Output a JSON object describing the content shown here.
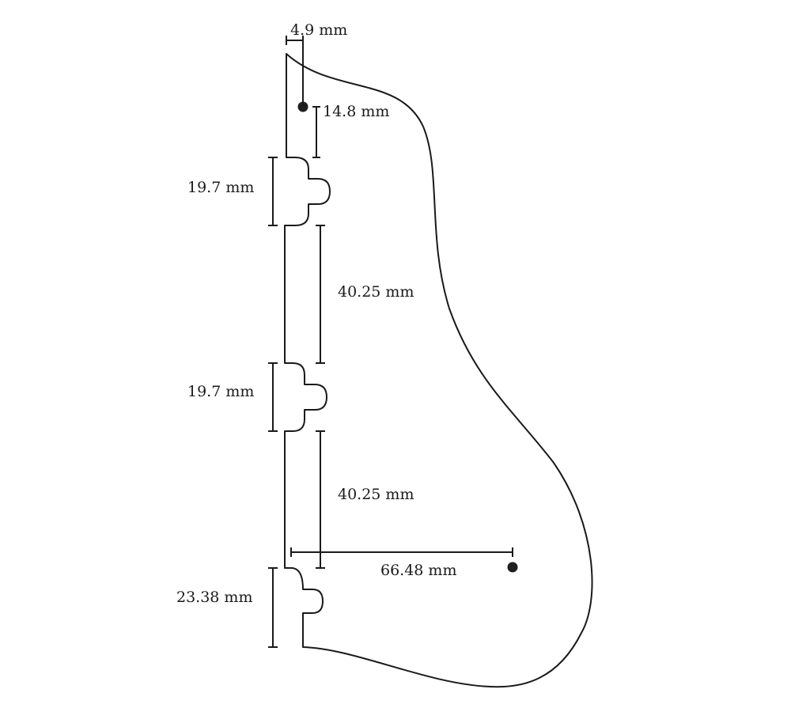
{
  "dimensions": {
    "top_hole_offset": "4.9 mm",
    "top_hole_to_tab": "14.8 mm",
    "tab_1_height": "19.7 mm",
    "gap_1": "40.25 mm",
    "tab_2_height": "19.7 mm",
    "gap_2": "40.25 mm",
    "bottom_hole_offset": "66.48 mm",
    "tab_3_height": "23.38 mm"
  },
  "colors": {
    "stroke": "#1a1a1a",
    "hole_fill": "#1f1f1f",
    "background": "#ffffff"
  }
}
